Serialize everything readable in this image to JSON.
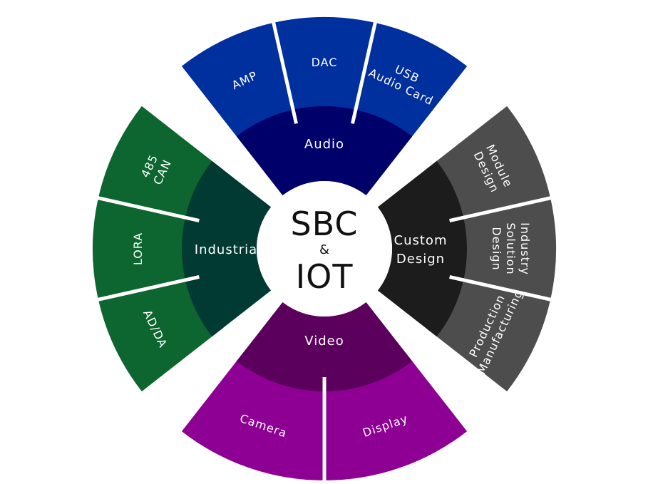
{
  "center": {
    "top": "SBC",
    "middle": "&",
    "bottom": "IOT"
  },
  "colors": {
    "audio_outer": "#002f9e",
    "audio_inner": "#00006a",
    "custom_outer": "#4d4d4d",
    "custom_inner": "#1c1c1c",
    "video_outer": "#8e0093",
    "video_inner": "#5c005e",
    "industrial_outer": "#0d6630",
    "industrial_inner": "#003a33",
    "center_fill": "#ffffff",
    "separator": "#ffffff"
  },
  "categories": [
    {
      "id": "audio",
      "label": "Audio",
      "items": [
        {
          "id": "amp",
          "lines": [
            "AMP"
          ]
        },
        {
          "id": "dac",
          "lines": [
            "DAC"
          ]
        },
        {
          "id": "usb-audio-card",
          "lines": [
            "USB",
            "Audio Card"
          ]
        }
      ]
    },
    {
      "id": "custom-design",
      "label": "Custom Design",
      "label_lines": [
        "Custom",
        "Design"
      ],
      "items": [
        {
          "id": "module-design",
          "lines": [
            "Module",
            "Design"
          ]
        },
        {
          "id": "industry-solution-design",
          "lines": [
            "Industry",
            "Solution",
            "Design"
          ]
        },
        {
          "id": "production-manufacturing",
          "lines": [
            "Production",
            "Manufacturing"
          ]
        }
      ]
    },
    {
      "id": "video",
      "label": "Video",
      "items": [
        {
          "id": "display",
          "lines": [
            "Display"
          ]
        },
        {
          "id": "camera",
          "lines": [
            "Camera"
          ]
        }
      ]
    },
    {
      "id": "industrial",
      "label": "Industrial",
      "items": [
        {
          "id": "ad-da",
          "lines": [
            "AD/DA"
          ]
        },
        {
          "id": "lora",
          "lines": [
            "LORA"
          ]
        },
        {
          "id": "485-can",
          "lines": [
            "485",
            "CAN"
          ]
        }
      ]
    }
  ]
}
